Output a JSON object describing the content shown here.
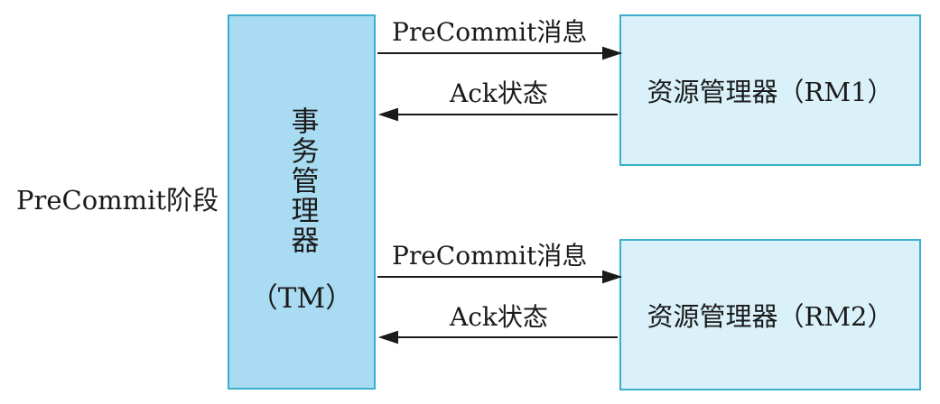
{
  "phase_label": "PreCommit阶段",
  "tm": {
    "name": "事务管理器",
    "abbr": "（TM）"
  },
  "rm1": {
    "label": "资源管理器（RM1）"
  },
  "rm2": {
    "label": "资源管理器（RM2）"
  },
  "messages": {
    "precommit_1": "PreCommit消息",
    "ack_1": "Ack状态",
    "precommit_2": "PreCommit消息",
    "ack_2": "Ack状态"
  },
  "colors": {
    "tm_fill": "#a9dcf2",
    "rm_fill": "#daf1fa",
    "border": "#3aaecb",
    "arrow": "#1a1a1a"
  }
}
